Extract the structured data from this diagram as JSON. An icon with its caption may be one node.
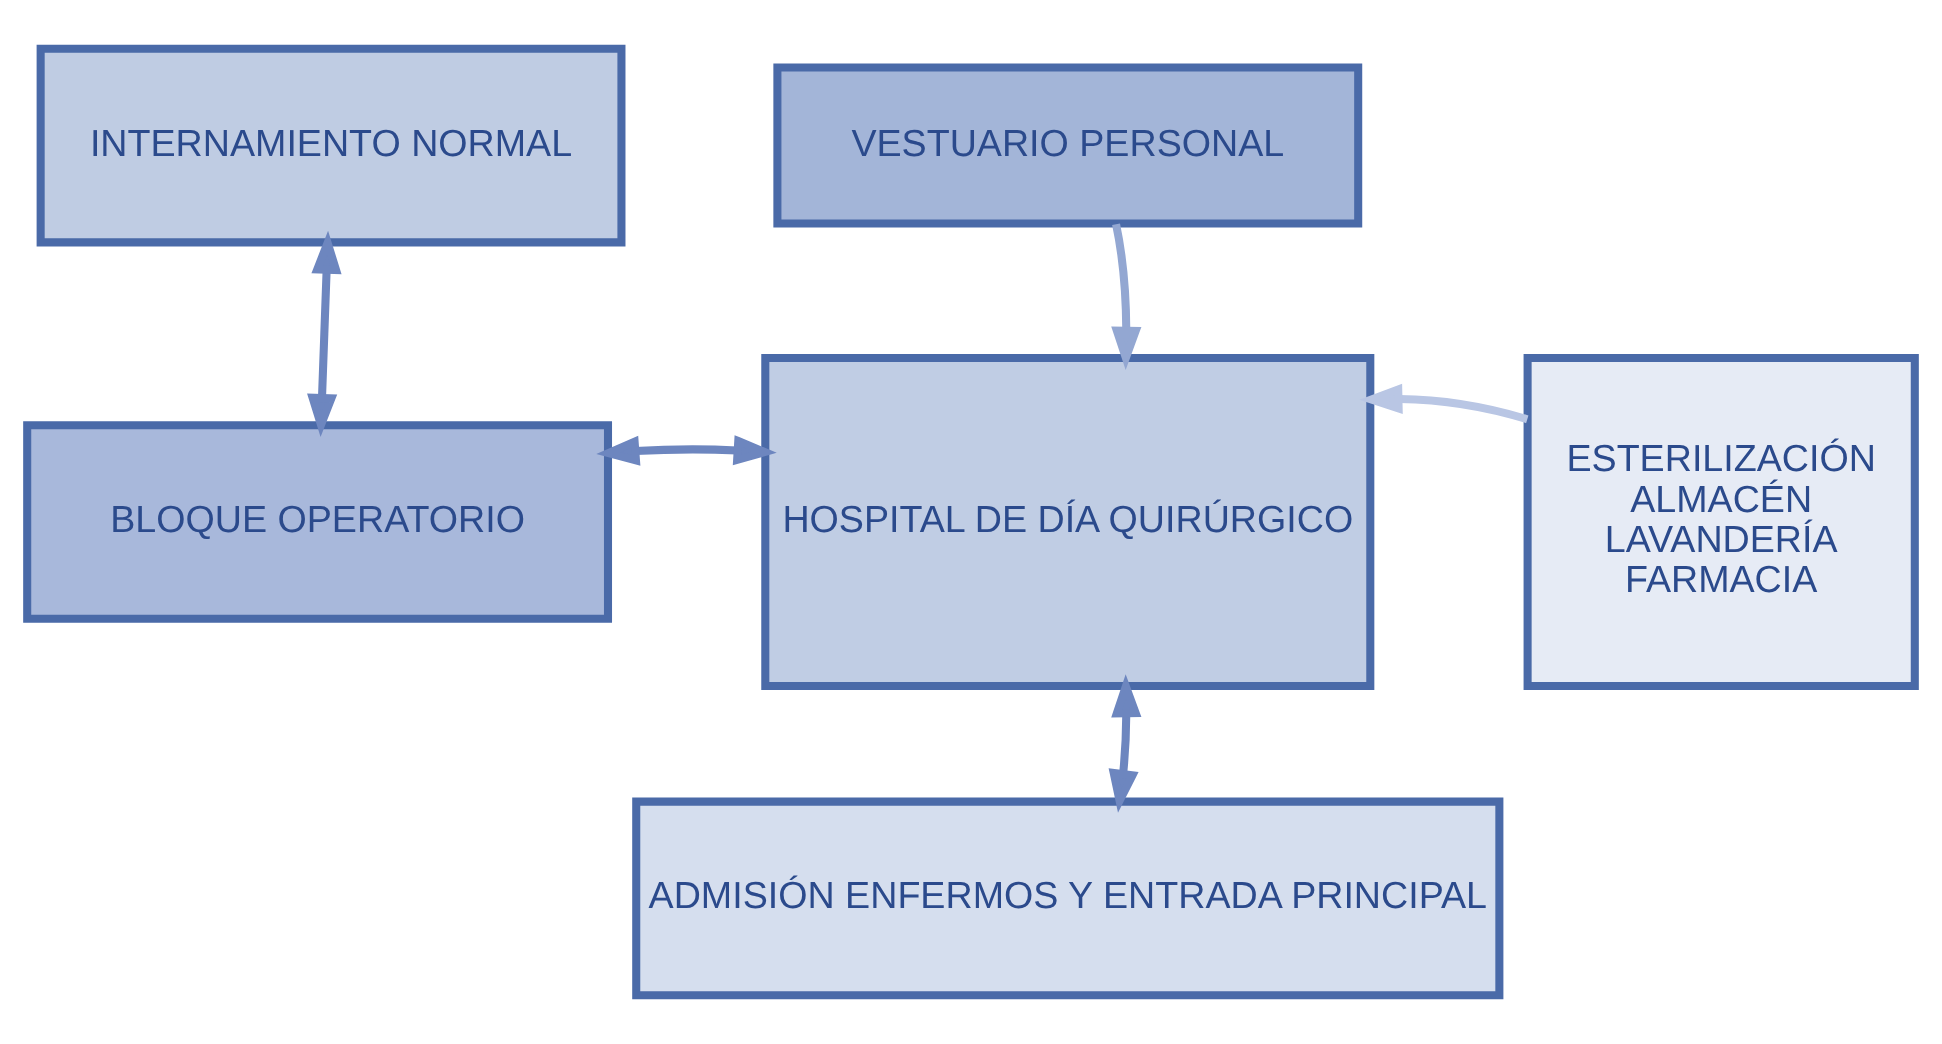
{
  "diagram": {
    "nodes": [
      {
        "text": [
          "INTERNAMIENTO NORMAL"
        ]
      },
      {
        "text": [
          "VESTUARIO PERSONAL"
        ]
      },
      {
        "text": [
          "BLOQUE OPERATORIO"
        ]
      },
      {
        "text": [
          "HOSPITAL DE DÍA QUIRÚRGICO"
        ]
      },
      {
        "text": [
          "ESTERILIZACIÓN",
          "ALMACÉN",
          "LAVANDERÍA",
          "FARMACIA"
        ]
      },
      {
        "text": [
          "ADMISIÓN ENFERMOS Y ENTRADA PRINCIPAL"
        ]
      }
    ],
    "edges": [
      {
        "from": 0,
        "to": 2,
        "arrow": "both"
      },
      {
        "from": 1,
        "to": 3,
        "arrow": "to",
        "color": "#93a7d2"
      },
      {
        "from": 2,
        "to": 3,
        "arrow": "both"
      },
      {
        "from": 4,
        "to": 3,
        "arrow": "to",
        "color": "#b9c6e4"
      },
      {
        "from": 3,
        "to": 5,
        "arrow": "both"
      }
    ]
  }
}
